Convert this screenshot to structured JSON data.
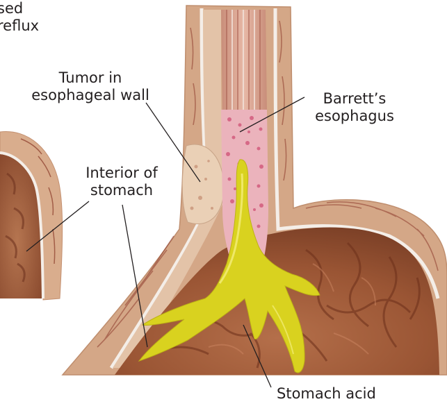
{
  "labels": {
    "top_left_line1": "sed",
    "top_left_line2": "reflux",
    "tumor_line1": "Tumor in",
    "tumor_line2": "esophageal wall",
    "barretts_line1": "Barrett’s",
    "barretts_line2": "esophagus",
    "interior_line1": "Interior of",
    "interior_line2": "stomach",
    "acid": "Stomach acid"
  },
  "colors": {
    "wall_outer": "#d2a686",
    "wall_inner": "#e2c1a6",
    "lining": "#f4eee8",
    "mucosa": "#d8a6a4",
    "barrett": "#e5869c",
    "stomach_interior": "#9c5a38",
    "acid": "#dcd21e",
    "leader_line": "#231f20"
  }
}
